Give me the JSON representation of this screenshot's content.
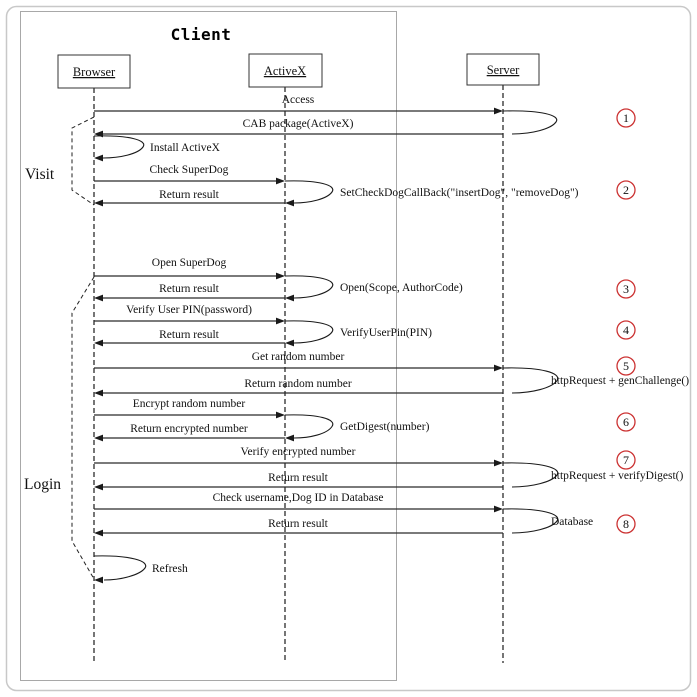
{
  "diagram": {
    "frame_title": "Client",
    "actors": {
      "browser": "Browser",
      "activex": "ActiveX",
      "server": "Server"
    },
    "phases": {
      "visit": "Visit",
      "login": "Login"
    },
    "messages": {
      "access": "Access",
      "cab_package": "CAB package(ActiveX)",
      "install_activex": "Install ActiveX",
      "check_superdog": "Check SuperDog",
      "return_result_1": "Return result",
      "open_superdog": "Open SuperDog",
      "return_result_2": "Return result",
      "verify_user_pin": "Verify User PIN(password)",
      "return_result_3": "Return result",
      "get_random": "Get random number",
      "return_random": "Return random number",
      "encrypt_random": "Encrypt  random number",
      "return_encrypted": "Return encrypted number",
      "verify_encrypted": "Verify encrypted number",
      "return_result_4": "Return result",
      "check_username": "Check username,Dog ID in Database",
      "return_result_5": "Return result",
      "refresh": "Refresh"
    },
    "annotations": {
      "set_callback": "SetCheckDogCallBack(\"insertDog\", \"removeDog\")",
      "open_call": "Open(Scope, AuthorCode)",
      "verify_pin_call": "VerifyUserPin(PIN)",
      "gen_challenge": "httpRequest + genChallenge()",
      "get_digest": "GetDigest(number)",
      "verify_digest": "httpRequest + verifyDigest()",
      "database": "Database"
    },
    "steps": [
      "1",
      "2",
      "3",
      "4",
      "5",
      "6",
      "7",
      "8"
    ],
    "colors": {
      "step_circle": "#cc3333",
      "line": "#1a1a1a",
      "frame": "#c8c8c8"
    }
  }
}
